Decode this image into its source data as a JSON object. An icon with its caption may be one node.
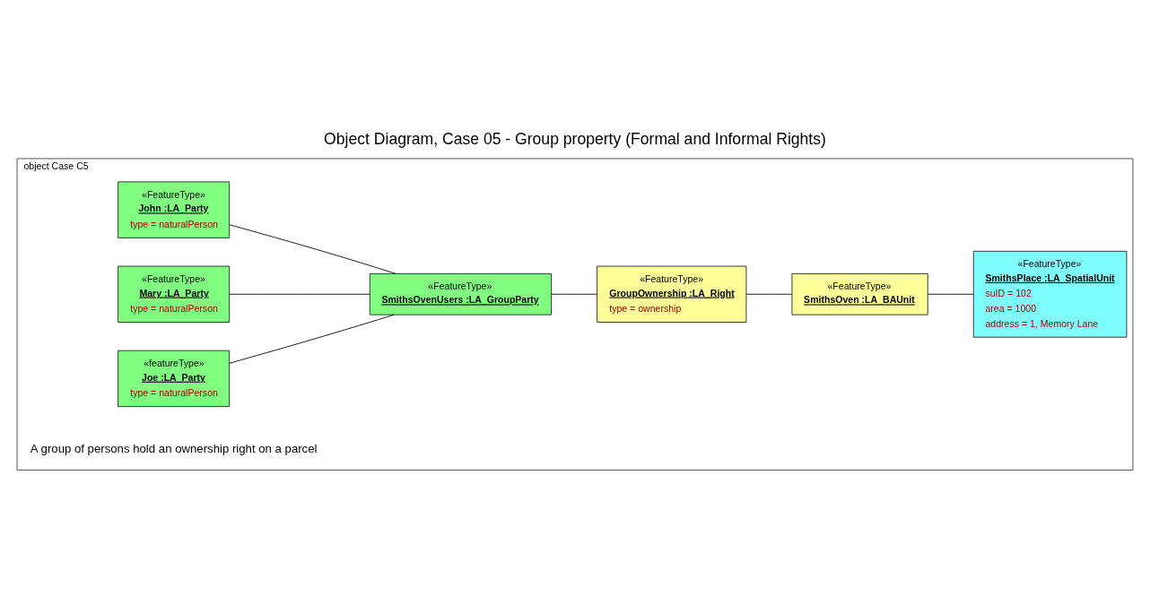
{
  "diagram": {
    "title": "Object Diagram, Case 05 - Group property (Formal and Informal Rights)",
    "nodes": [
      {
        "text": [
          "object Case C5"
        ]
      },
      {
        "text": [
          "«FeatureType»",
          "John :LA_Party",
          "type = naturalPerson"
        ],
        "in": 0
      },
      {
        "text": [
          "«FeatureType»",
          "Mary :LA_Party",
          "type = naturalPerson"
        ],
        "in": 0
      },
      {
        "text": [
          "«featureType»",
          "Joe :LA_Party",
          "type = naturalPerson"
        ],
        "in": 0
      },
      {
        "text": [
          "«FeatureType»",
          "SmithsOvenUsers :LA_GroupParty"
        ],
        "in": 0
      },
      {
        "text": [
          "«FeatureType»",
          "GroupOwnership :LA_Right",
          "type = ownership"
        ],
        "in": 0
      },
      {
        "text": [
          "«FeatureType»",
          "SmithsOven :LA_BAUnit"
        ],
        "in": 0
      },
      {
        "text": [
          "«FeatureType»",
          "SmithsPlace :LA_SpatialUnit",
          "suID = 102",
          "area = 1000",
          "address = 1, Memory Lane"
        ],
        "in": 0
      }
    ],
    "edges": [
      {
        "from": 1,
        "to": 4,
        "arrow": "none"
      },
      {
        "from": 2,
        "to": 4,
        "arrow": "none"
      },
      {
        "from": 3,
        "to": 4,
        "arrow": "none"
      },
      {
        "from": 4,
        "to": 5,
        "arrow": "none"
      },
      {
        "from": 5,
        "to": 6,
        "arrow": "none"
      },
      {
        "from": 6,
        "to": 7,
        "arrow": "none"
      }
    ],
    "labels": [
      "A group of persons hold an ownership right on a parcel"
    ]
  }
}
